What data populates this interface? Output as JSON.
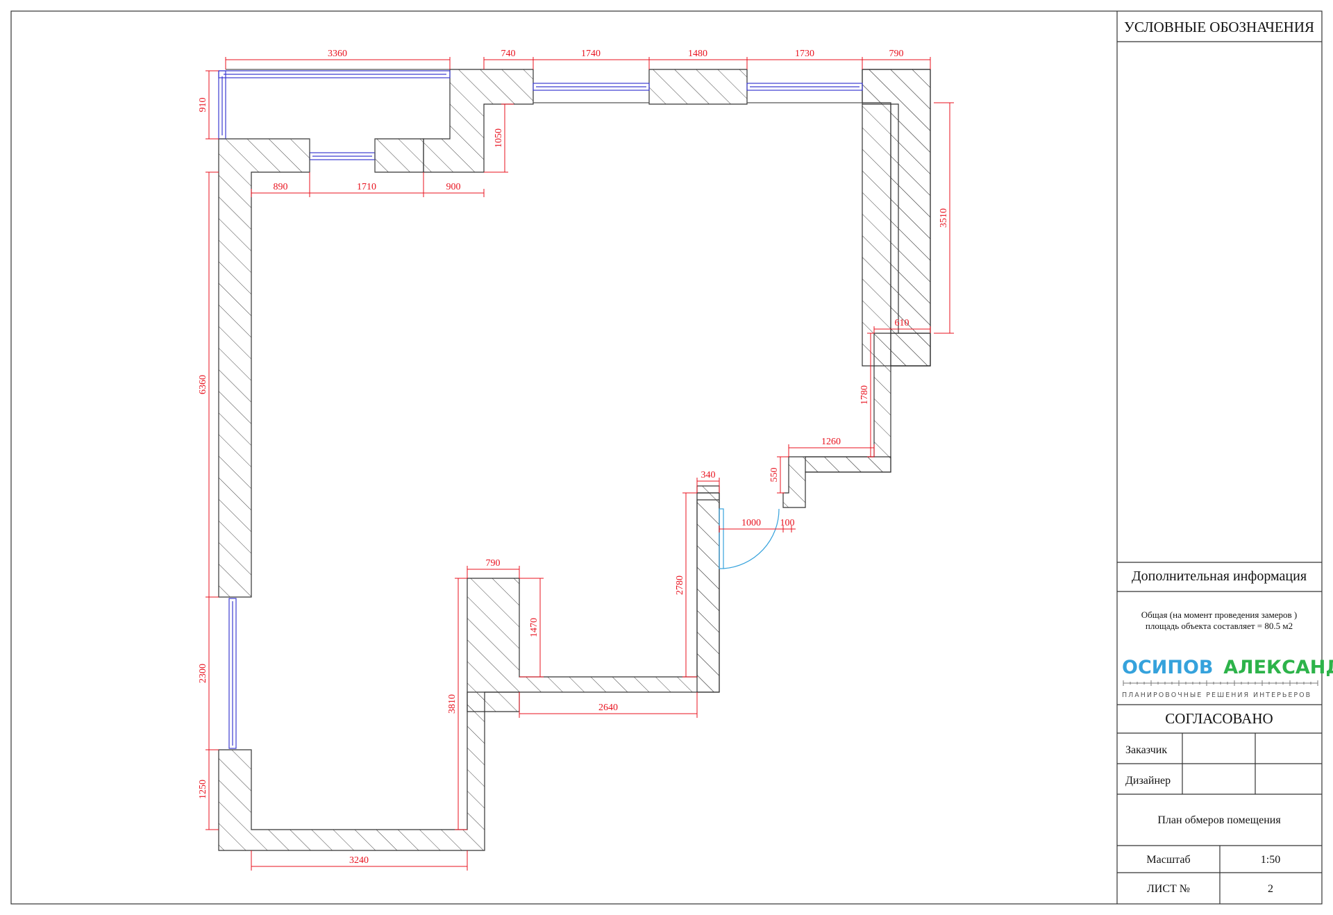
{
  "panel": {
    "legend_title": "УСЛОВНЫЕ ОБОЗНАЧЕНИЯ",
    "extra_title": "Дополнительная информация",
    "area_line1": "Общая (на момент проведения замеров )",
    "area_line2": "площадь объекта составляет  = 80.5 м2",
    "logo_part1": "ОСИПОВ",
    "logo_part2": "АЛЕКСАНДР",
    "logo_tagline": "ПЛАНИРОВОЧНЫЕ РЕШЕНИЯ ИНТЕРЬЕРОВ",
    "approved": "СОГЛАСОВАНО",
    "customer": "Заказчик",
    "designer": "Дизайнер",
    "sheet_title": "План обмеров помещения",
    "scale_label": "Масштаб",
    "scale_value": "1:50",
    "sheet_label": "ЛИСТ №",
    "sheet_value": "2"
  },
  "colors": {
    "dimension": "#e8121e",
    "window": "#3b3bd0",
    "door": "#35a2dc",
    "wall": "#333333",
    "logo_blue": "#35a2dc",
    "logo_green": "#2db34a"
  },
  "dimensions": [
    {
      "id": "top-3360",
      "text": "3360"
    },
    {
      "id": "top-740",
      "text": "740"
    },
    {
      "id": "top-1740",
      "text": "1740"
    },
    {
      "id": "top-1480",
      "text": "1480"
    },
    {
      "id": "top-1730",
      "text": "1730"
    },
    {
      "id": "top-790",
      "text": "790"
    },
    {
      "id": "left-910",
      "text": "910"
    },
    {
      "id": "inner-1050",
      "text": "1050"
    },
    {
      "id": "inner-890",
      "text": "890"
    },
    {
      "id": "inner-1710",
      "text": "1710"
    },
    {
      "id": "inner-900",
      "text": "900"
    },
    {
      "id": "right-3510",
      "text": "3510"
    },
    {
      "id": "left-6360",
      "text": "6360"
    },
    {
      "id": "step-610",
      "text": "610"
    },
    {
      "id": "step-1780",
      "text": "1780"
    },
    {
      "id": "step-1260",
      "text": "1260"
    },
    {
      "id": "step-550",
      "text": "550"
    },
    {
      "id": "door-340",
      "text": "340"
    },
    {
      "id": "door-1000",
      "text": "1000"
    },
    {
      "id": "door-100",
      "text": "100"
    },
    {
      "id": "wall-2780",
      "text": "2780"
    },
    {
      "id": "niche-790",
      "text": "790"
    },
    {
      "id": "niche-1470",
      "text": "1470"
    },
    {
      "id": "left-2300",
      "text": "2300"
    },
    {
      "id": "inner-3810",
      "text": "3810"
    },
    {
      "id": "bottom-2640",
      "text": "2640"
    },
    {
      "id": "left-1250",
      "text": "1250"
    },
    {
      "id": "bottom-3240",
      "text": "3240"
    }
  ]
}
